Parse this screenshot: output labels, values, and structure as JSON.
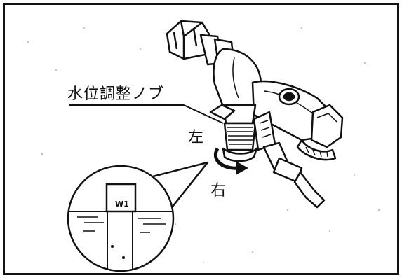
{
  "labels": {
    "water_level_knob": "水位調整ノブ",
    "left": "左",
    "right": "右",
    "water_level_mark": "W1"
  },
  "icons": {
    "rotation_arrow": "curved-arrow-icon"
  },
  "colors": {
    "line": "#111111",
    "background": "#ffffff"
  }
}
